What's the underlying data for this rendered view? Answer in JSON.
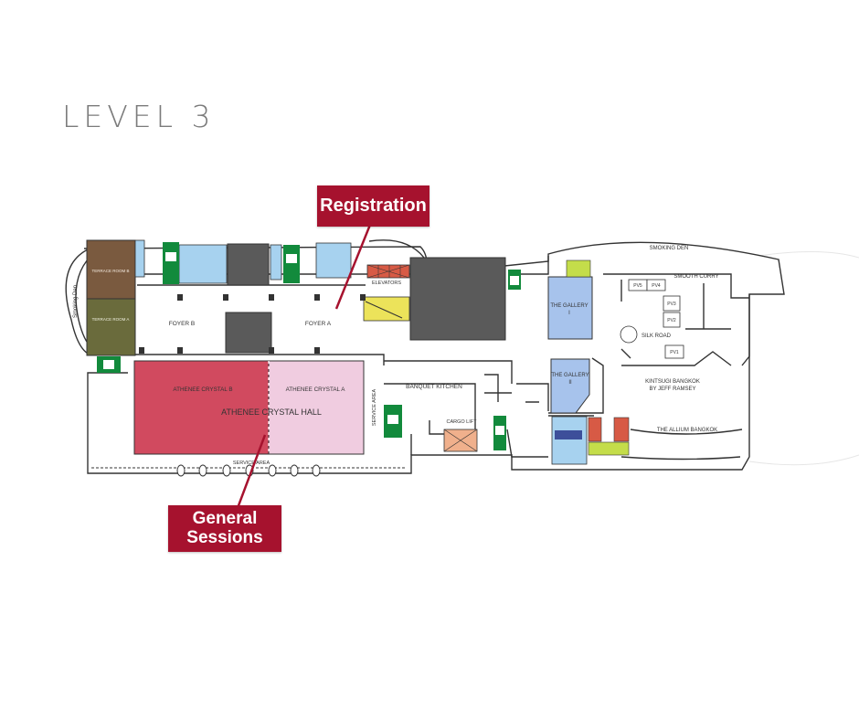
{
  "page": {
    "title": "LEVEL 3"
  },
  "callouts": {
    "registration": "Registration",
    "general_line1": "General",
    "general_line2": "Sessions"
  },
  "rooms": {
    "terrace_room_b": "TERRACE ROOM B",
    "terrace_room_a": "TERRACE ROOM A",
    "smoking_den_vertical": "Smoking Den",
    "foyer_b": "FOYER B",
    "foyer_a": "FOYER A",
    "elevators": "ELEVATORS",
    "athenee_crystal_b": "ATHENEE CRYSTAL B",
    "athenee_crystal_a": "ATHENEE CRYSTAL A",
    "athenee_crystal_hall": "ATHENEE CRYSTAL HALL",
    "service_area_bottom": "SERVICE AREA",
    "service_area_vertical": "SERVICE AREA",
    "banquet_kitchen": "BANQUET KITCHEN",
    "cargo_lift": "CARGO LIFT",
    "gallery_1": "THE GALLERY",
    "gallery_1_num": "I",
    "gallery_2": "THE GALLERY",
    "gallery_2_num": "II",
    "smoking_den_top": "SMOKING DEN",
    "smooth_curry": "SMOOTH CURRY",
    "pv5": "PV5",
    "pv4": "PV4",
    "pv3": "PV3",
    "pv2": "PV2",
    "pv1": "PV1",
    "silk_road": "SILK ROAD",
    "kintsugi_1": "KINTSUGI BANGKOK",
    "kintsugi_2": "BY JEFF RAMSEY",
    "allium": "THE ALLIUM BANGKOK"
  },
  "colors": {
    "title": "#7b7b7b",
    "callout": "#a6122e",
    "crystal_b": "#d14a5f",
    "crystal_a": "#f0cce0",
    "terrace_b": "#7a5a3f",
    "terrace_a": "#6a6b3c",
    "gallery": "#a7c3ec",
    "elevator": "#d75a45",
    "stairs": "#ece35a",
    "exit": "#128a3c",
    "washroom": "#a7d2ef",
    "dark_block": "#5a5a5a"
  },
  "icons": [
    "exit-sign-icon",
    "elevator-icon",
    "stairs-icon",
    "restroom-icon"
  ]
}
